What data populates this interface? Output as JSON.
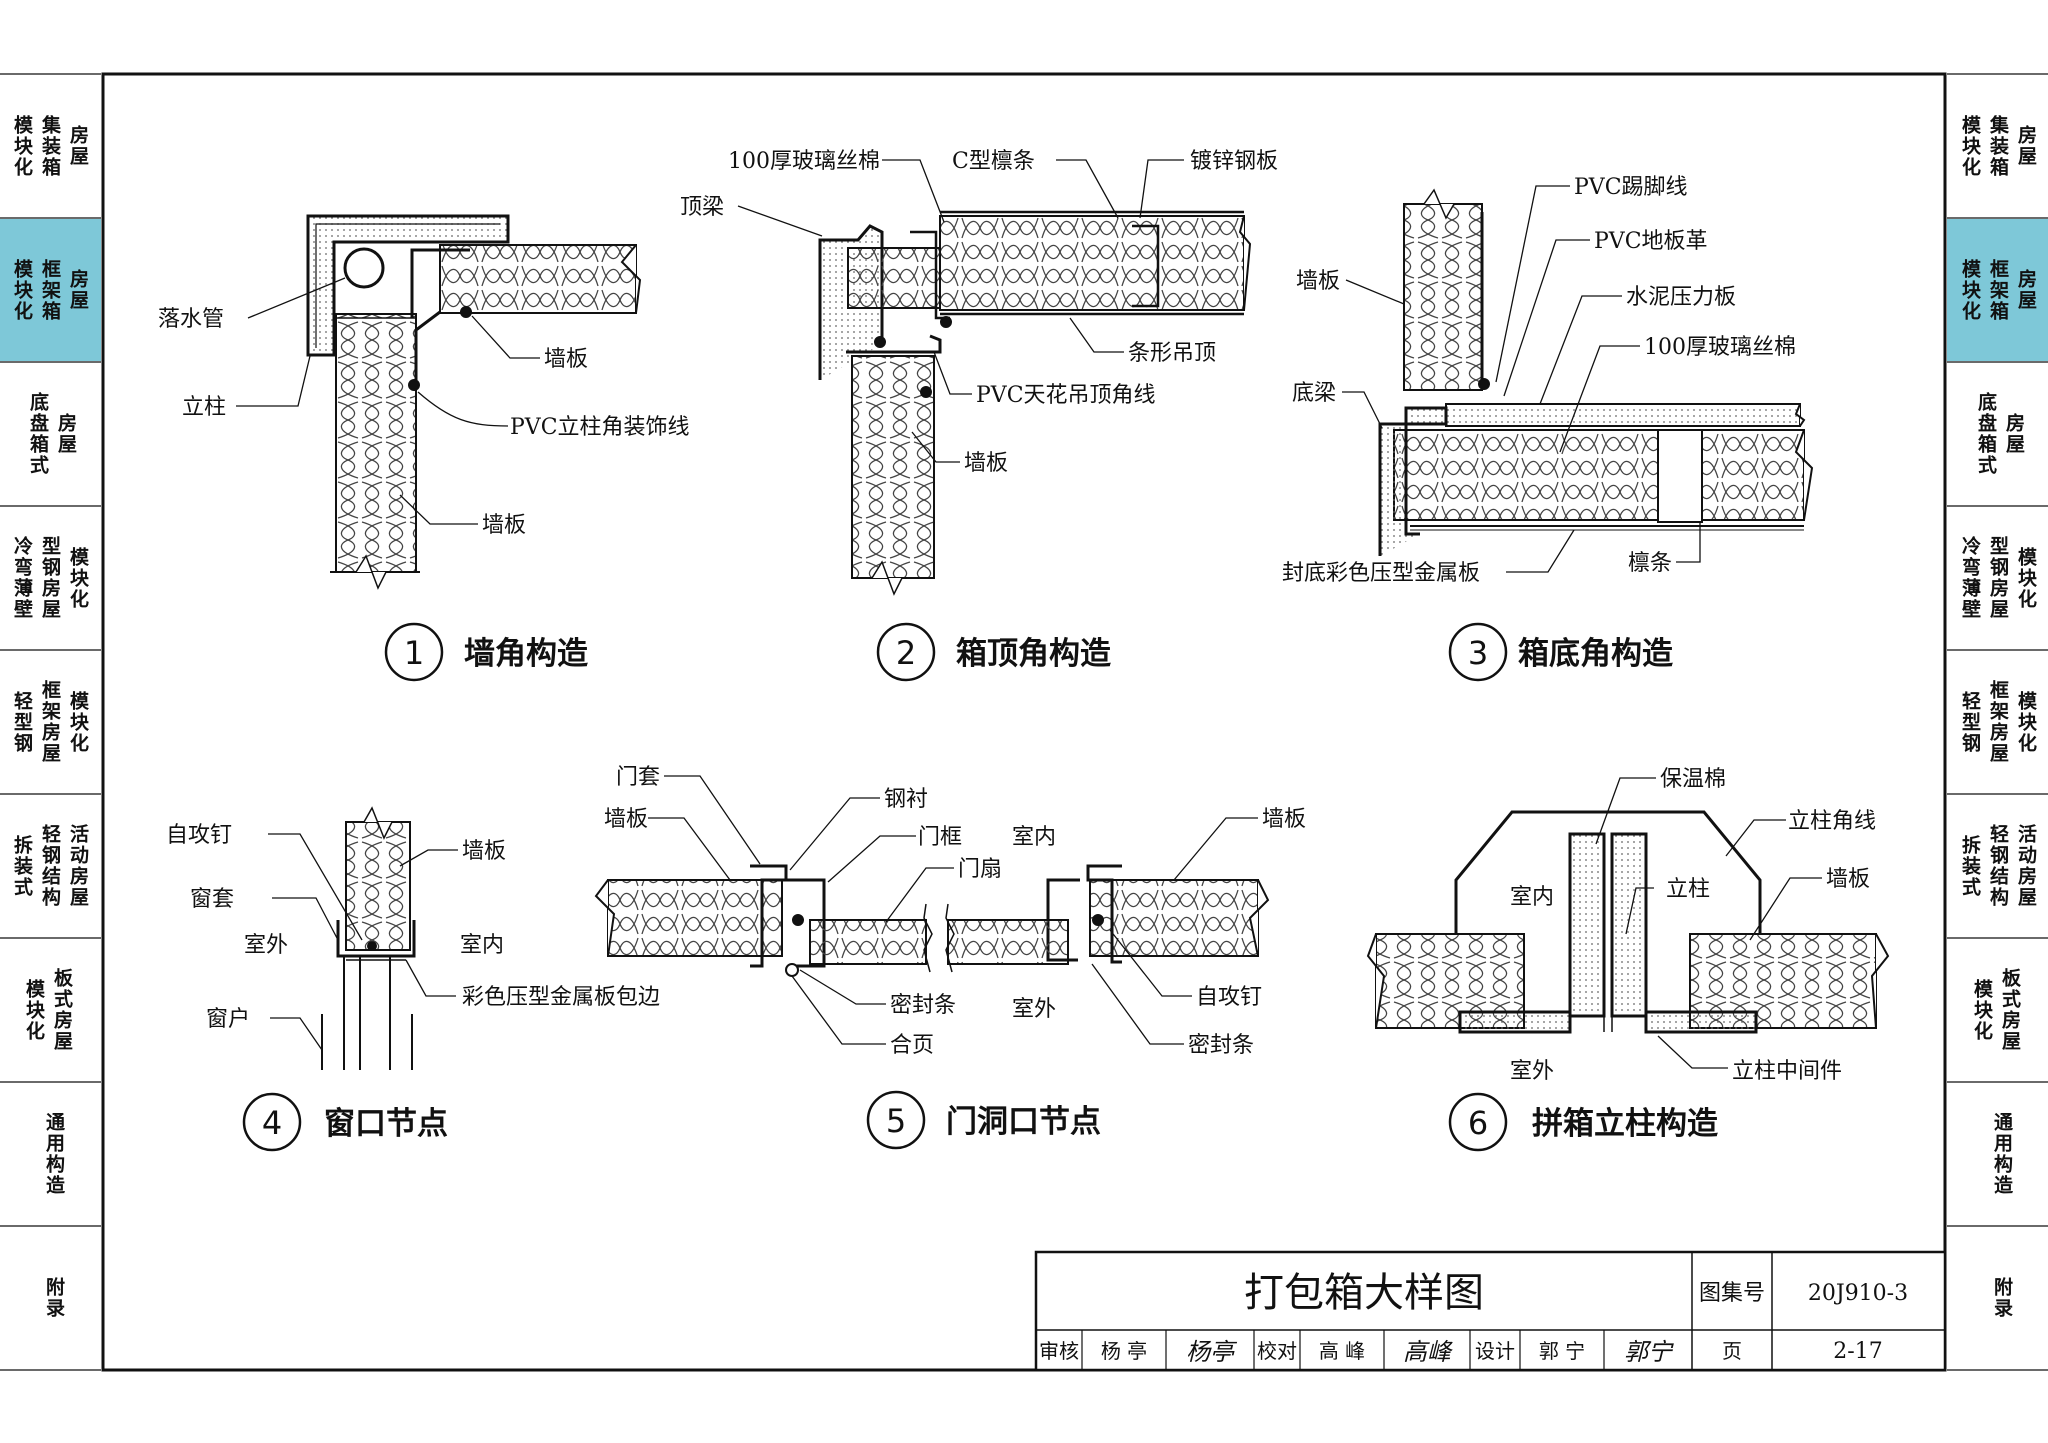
{
  "side_tabs": [
    {
      "lines": [
        "模块化",
        "集装箱",
        "房屋"
      ],
      "active": false
    },
    {
      "lines": [
        "模块化",
        "框架箱",
        "房屋"
      ],
      "active": true
    },
    {
      "lines": [
        "",
        "底盘箱式",
        "房屋"
      ],
      "active": false
    },
    {
      "lines": [
        "冷弯薄壁",
        "型钢房屋",
        "模块化"
      ],
      "active": false
    },
    {
      "lines": [
        "轻型钢",
        "框架房屋",
        "模块化"
      ],
      "active": false
    },
    {
      "lines": [
        "拆装式",
        "轻钢结构",
        "活动房屋"
      ],
      "active": false
    },
    {
      "lines": [
        "模块化",
        "板式房屋",
        ""
      ],
      "active": false
    },
    {
      "lines": [
        "",
        "",
        "通用构造"
      ],
      "active": false
    },
    {
      "lines": [
        "",
        "",
        "附录"
      ],
      "active": false
    }
  ],
  "accent_color": "#7ec8d8",
  "details": [
    {
      "num": "1",
      "title": "墙角构造",
      "labels": {
        "downpipe": "落水管",
        "column": "立柱",
        "pvc_corner": "PVC立柱角装饰线",
        "wall_a": "墙板",
        "wall_b": "墙板"
      }
    },
    {
      "num": "2",
      "title": "箱顶角构造",
      "labels": {
        "glasswool": "100厚玻璃丝棉",
        "purlin": "C型檩条",
        "steel": "镀锌钢板",
        "top_beam": "顶梁",
        "strip": "条形吊顶",
        "pvc_ceiling": "PVC天花吊顶角线",
        "wall": "墙板"
      }
    },
    {
      "num": "3",
      "title": "箱底角构造",
      "labels": {
        "skirting": "PVC踢脚线",
        "floor": "PVC地板革",
        "wall": "墙板",
        "cement": "水泥压力板",
        "glasswool": "100厚玻璃丝棉",
        "bottom_beam": "底梁",
        "sheet": "封底彩色压型金属板",
        "purlin": "檩条"
      }
    },
    {
      "num": "4",
      "title": "窗口节点",
      "labels": {
        "screw": "自攻钉",
        "wall": "墙板",
        "sleeve": "窗套",
        "outside": "室外",
        "inside": "室内",
        "trim": "彩色压型金属板包边",
        "window": "窗户"
      }
    },
    {
      "num": "5",
      "title": "门洞口节点",
      "labels": {
        "door_sleeve": "门套",
        "steel_lining": "钢衬",
        "wall_left": "墙板",
        "frame": "门框",
        "inside": "室内",
        "leaf": "门扇",
        "wall_right": "墙板",
        "seal_a": "密封条",
        "outside": "室外",
        "screw": "自攻钉",
        "hinge": "合页",
        "seal_b": "密封条"
      }
    },
    {
      "num": "6",
      "title": "拼箱立柱构造",
      "labels": {
        "insulation": "保温棉",
        "corner": "立柱角线",
        "inside": "室内",
        "column": "立柱",
        "wall": "墙板",
        "outside": "室外",
        "connector": "立柱中间件"
      }
    }
  ],
  "title_block": {
    "drawing_title": "打包箱大样图",
    "atlas_label": "图集号",
    "atlas_number": "20J910-3",
    "review_label": "审核",
    "reviewer": "杨 亭",
    "check_label": "校对",
    "checker": "高 峰",
    "design_label": "设计",
    "designer": "郭 宁",
    "page_label": "页",
    "page_number": "2-17",
    "sig_reviewer": "杨亭",
    "sig_checker": "高峰",
    "sig_designer": "郭宁"
  }
}
